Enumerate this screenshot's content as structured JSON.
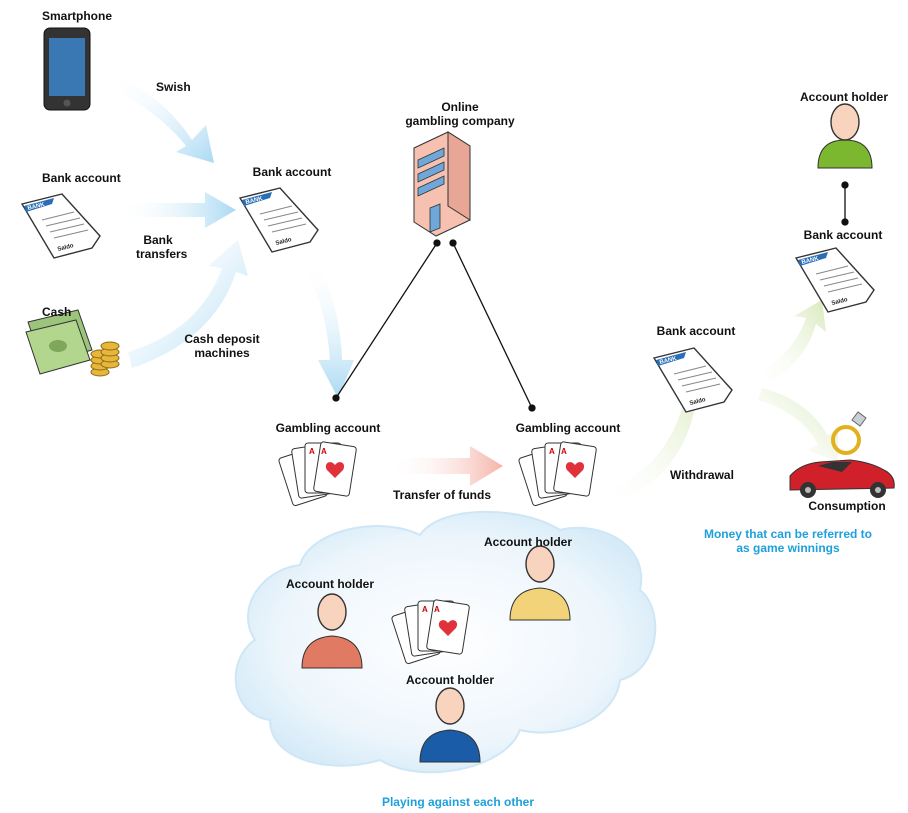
{
  "sources": {
    "smartphone": "Smartphone",
    "swish": "Swish",
    "bank_account": "Bank account",
    "bank_transfers": [
      "Bank",
      "transfers"
    ],
    "cash": "Cash",
    "cash_deposit": [
      "Cash deposit",
      "machines"
    ]
  },
  "center": {
    "bank_account": "Bank account",
    "company": [
      "Online",
      "gambling company"
    ],
    "gambling_account_1": "Gambling account",
    "gambling_account_2": "Gambling account",
    "transfer": "Transfer of funds"
  },
  "right": {
    "bank_account_mid": "Bank account",
    "withdrawal": "Withdrawal",
    "account_holder": "Account holder",
    "bank_account_top": "Bank account",
    "consumption": "Consumption",
    "winnings_note": [
      "Money that can be referred to",
      "as game winnings"
    ]
  },
  "cloud": {
    "holder_left": "Account holder",
    "holder_right": "Account holder",
    "holder_bottom": "Account holder",
    "caption": "Playing against each other"
  },
  "doc_text": {
    "bank": "BANK",
    "saldo": "Saldo"
  },
  "colors": {
    "blue_arrow": "#a9d9f3",
    "pink_arrow": "#f4b3a8",
    "green_arrow": "#d8e9bb",
    "cloud": "#e6f2fb",
    "accent_text": "#1ea0dc",
    "holder_green": "#7cb82f",
    "holder_red": "#e07a63",
    "holder_yellow": "#f2d37a",
    "holder_blue": "#1a5ca8"
  }
}
